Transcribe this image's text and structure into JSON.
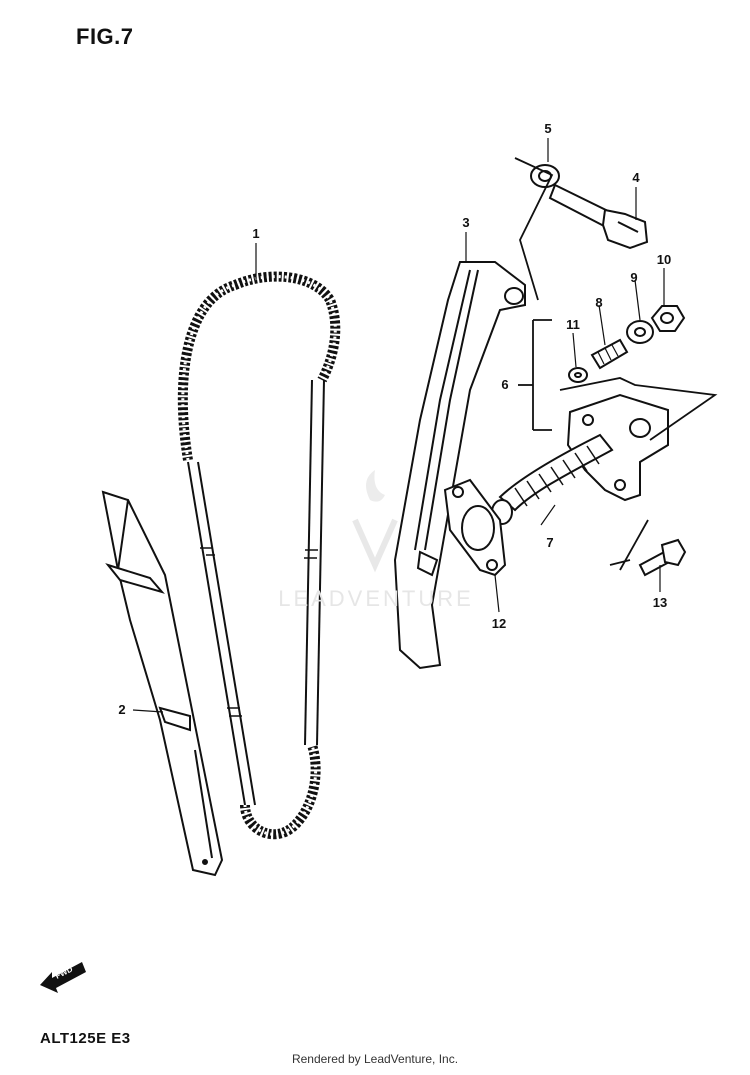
{
  "figure": {
    "title": "FIG.7",
    "model_code": "ALT125E  E3",
    "footer": "Rendered by LeadVenture, Inc.",
    "watermark": "LEADVENTURE",
    "fwd_label": "FWD"
  },
  "callouts": [
    "1",
    "2",
    "3",
    "4",
    "5",
    "6",
    "7",
    "8",
    "9",
    "10",
    "11",
    "12",
    "13"
  ],
  "colors": {
    "ink": "#111111",
    "background": "#ffffff",
    "watermark": "#e6e6e6"
  }
}
